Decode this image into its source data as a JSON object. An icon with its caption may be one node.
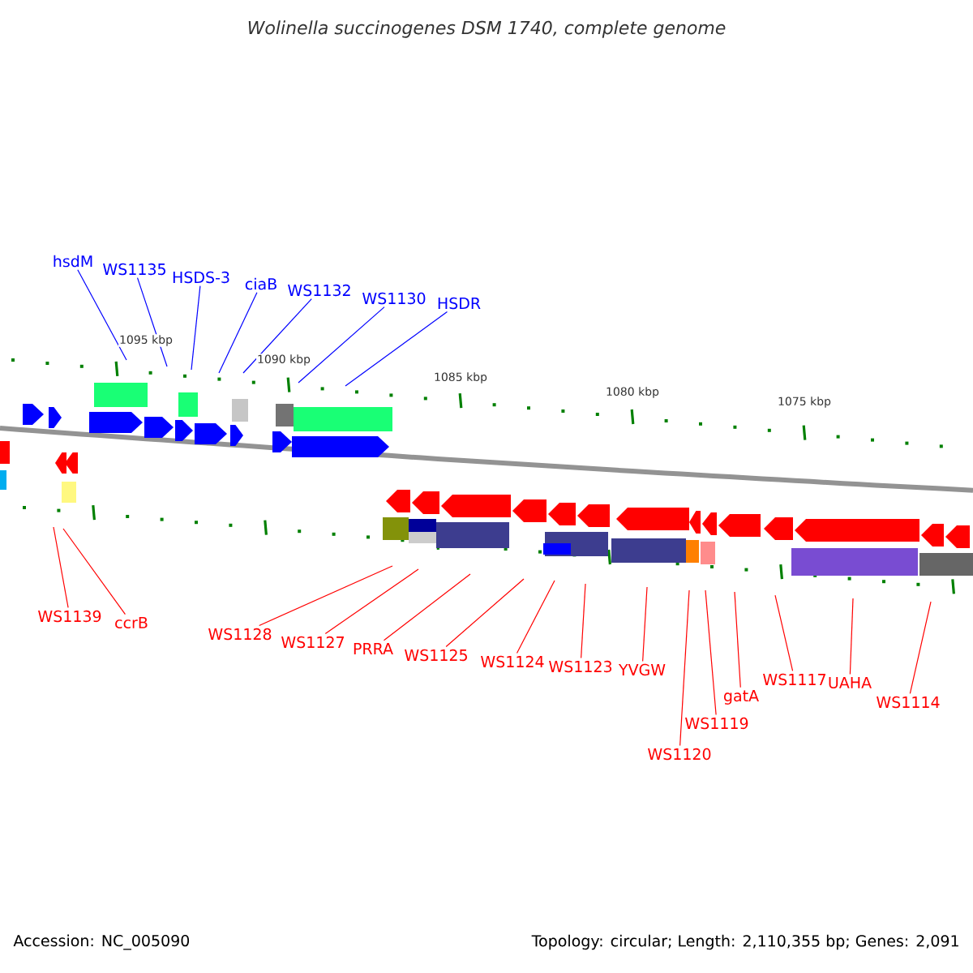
{
  "diagram": {
    "title": "Wolinella succinogenes DSM 1740, complete genome",
    "nodes": [
      {
        "text": [
          "hsdM"
        ]
      },
      {
        "text": [
          "WS1135"
        ]
      },
      {
        "text": [
          "HSDS-3"
        ]
      },
      {
        "text": [
          "ciaB"
        ]
      },
      {
        "text": [
          "WS1132"
        ]
      },
      {
        "text": [
          "WS1130"
        ]
      },
      {
        "text": [
          "HSDR"
        ]
      },
      {
        "text": [
          "WS1139"
        ]
      },
      {
        "text": [
          "ccrB"
        ]
      },
      {
        "text": [
          "WS1128"
        ]
      },
      {
        "text": [
          "WS1127"
        ]
      },
      {
        "text": [
          "PRRA"
        ]
      },
      {
        "text": [
          "WS1125"
        ]
      },
      {
        "text": [
          "WS1124"
        ]
      },
      {
        "text": [
          "WS1123"
        ]
      },
      {
        "text": [
          "YVGW"
        ]
      },
      {
        "text": [
          "WS1120"
        ]
      },
      {
        "text": [
          "WS1119"
        ]
      },
      {
        "text": [
          "gatA"
        ]
      },
      {
        "text": [
          "WS1117"
        ]
      },
      {
        "text": [
          "UAHA"
        ]
      },
      {
        "text": [
          "WS1114"
        ]
      }
    ],
    "edges": [
      {
        "from": 0,
        "to": null,
        "arrow": "none",
        "color": "#0000ff"
      },
      {
        "from": 1,
        "to": null,
        "arrow": "none",
        "color": "#0000ff"
      },
      {
        "from": 2,
        "to": null,
        "arrow": "none",
        "color": "#0000ff"
      },
      {
        "from": 3,
        "to": null,
        "arrow": "none",
        "color": "#0000ff"
      },
      {
        "from": 4,
        "to": null,
        "arrow": "none",
        "color": "#0000ff"
      },
      {
        "from": 5,
        "to": null,
        "arrow": "none",
        "color": "#0000ff"
      },
      {
        "from": 6,
        "to": null,
        "arrow": "none",
        "color": "#0000ff"
      },
      {
        "from": 7,
        "to": null,
        "arrow": "none"
      },
      {
        "from": 8,
        "to": null,
        "arrow": "none"
      },
      {
        "from": 9,
        "to": null,
        "arrow": "none"
      },
      {
        "from": 10,
        "to": null,
        "arrow": "none"
      },
      {
        "from": 11,
        "to": null,
        "arrow": "none"
      },
      {
        "from": 12,
        "to": null,
        "arrow": "none"
      },
      {
        "from": 13,
        "to": null,
        "arrow": "none"
      },
      {
        "from": 14,
        "to": null,
        "arrow": "none"
      },
      {
        "from": 15,
        "to": null,
        "arrow": "none"
      },
      {
        "from": 16,
        "to": null,
        "arrow": "none"
      },
      {
        "from": 17,
        "to": null,
        "arrow": "none"
      },
      {
        "from": 18,
        "to": null,
        "arrow": "none"
      },
      {
        "from": 19,
        "to": null,
        "arrow": "none"
      },
      {
        "from": 20,
        "to": null,
        "arrow": "none"
      },
      {
        "from": 21,
        "to": null,
        "arrow": "none"
      }
    ],
    "labels": [
      "1095 kbp",
      "1090 kbp",
      "1085 kbp",
      "1080 kbp",
      "1075 kbp",
      "Accession: NC_005090",
      "Topology: circular; Length: 2,110,355 bp; Genes: 2,091"
    ]
  }
}
